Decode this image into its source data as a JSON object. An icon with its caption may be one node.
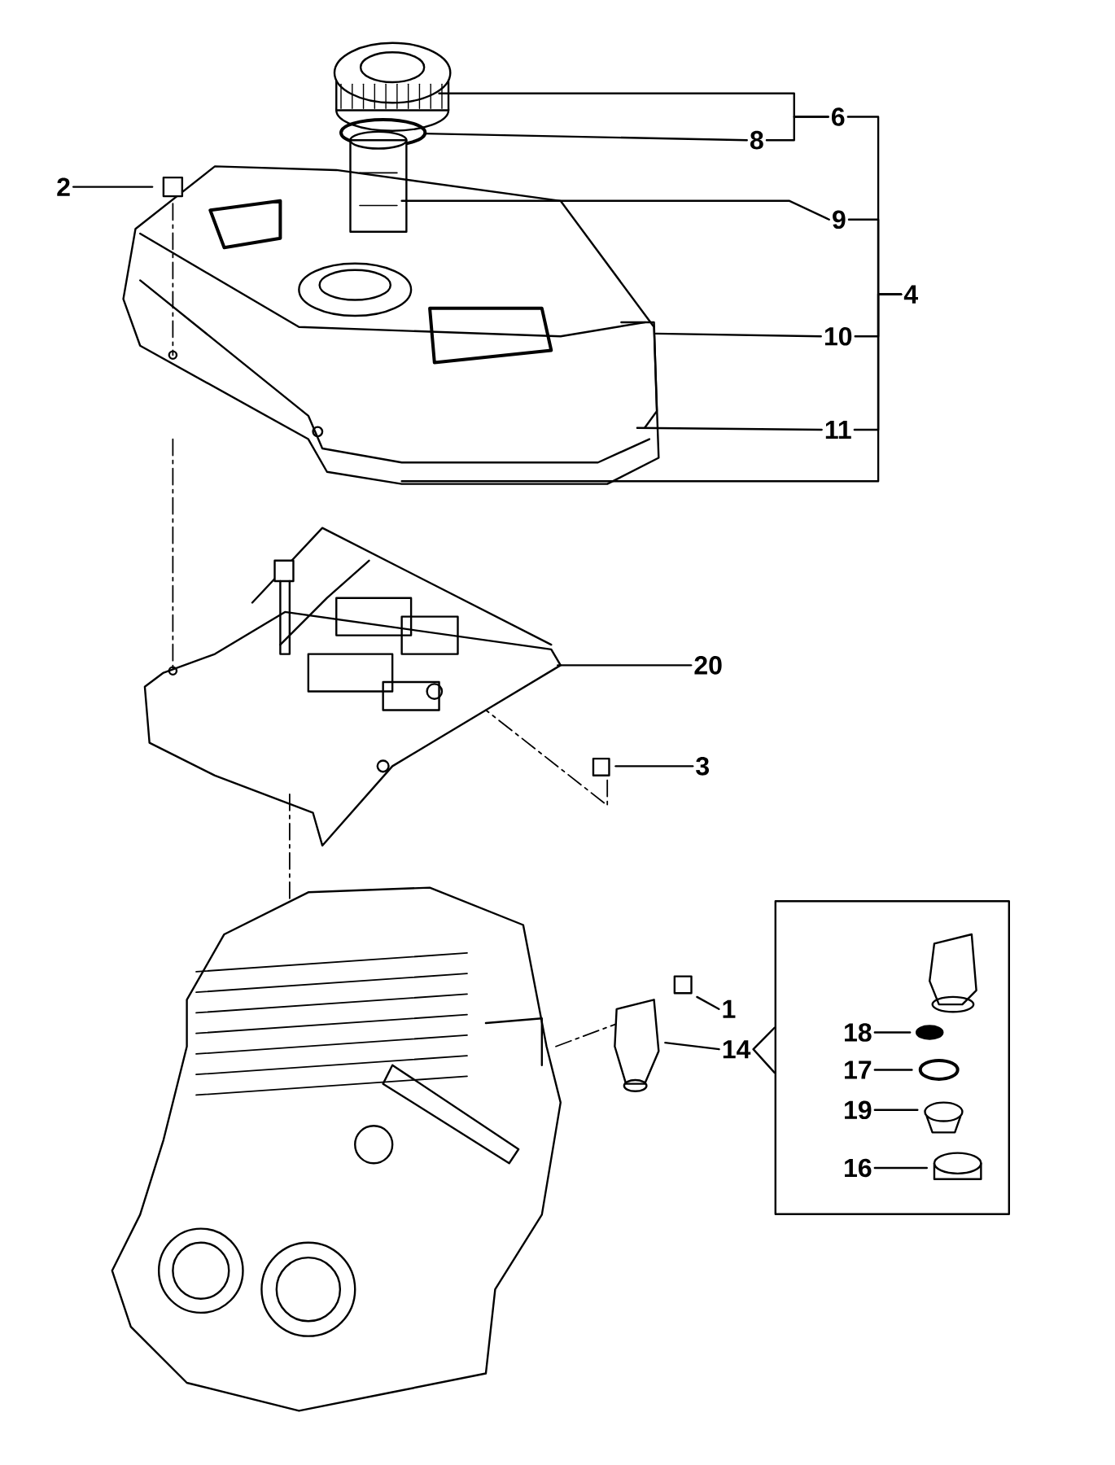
{
  "diagram": {
    "nodes": [
      {
        "text": [
          "6"
        ]
      },
      {
        "text": [
          "8"
        ]
      },
      {
        "text": [
          "2"
        ]
      },
      {
        "text": [
          "9"
        ]
      },
      {
        "text": [
          "4"
        ]
      },
      {
        "text": [
          "10"
        ]
      },
      {
        "text": [
          "11"
        ]
      },
      {
        "text": [
          "20"
        ]
      },
      {
        "text": [
          "3"
        ]
      },
      {
        "text": [],
        "shape": "box"
      },
      {
        "text": [
          "1"
        ]
      },
      {
        "text": [
          "18"
        ],
        "in": 9
      },
      {
        "text": [
          "14"
        ]
      },
      {
        "text": [
          "17"
        ],
        "in": 9
      },
      {
        "text": [
          "19"
        ],
        "in": 9
      },
      {
        "text": [
          "16"
        ],
        "in": 9
      }
    ],
    "edges": [
      {
        "from": 0,
        "to": null,
        "arrow": "none"
      },
      {
        "from": 0,
        "to": 1,
        "arrow": "none"
      },
      {
        "from": 4,
        "to": 0,
        "arrow": "none"
      },
      {
        "from": 4,
        "to": 3,
        "arrow": "none"
      },
      {
        "from": 4,
        "to": 5,
        "arrow": "none"
      },
      {
        "from": 4,
        "to": 6,
        "arrow": "none"
      },
      {
        "from": 1,
        "to": null,
        "arrow": "none"
      },
      {
        "from": 2,
        "to": null,
        "arrow": "none"
      },
      {
        "from": 3,
        "to": null,
        "arrow": "none"
      },
      {
        "from": 4,
        "to": null,
        "arrow": "none"
      },
      {
        "from": 5,
        "to": null,
        "arrow": "none"
      },
      {
        "from": 6,
        "to": null,
        "arrow": "none"
      },
      {
        "from": 7,
        "to": null,
        "arrow": "none"
      },
      {
        "from": 8,
        "to": null,
        "arrow": "none"
      },
      {
        "from": 10,
        "to": null,
        "arrow": "none"
      },
      {
        "from": 12,
        "to": null,
        "arrow": "none"
      },
      {
        "from": 12,
        "to": 9,
        "arrow": "none"
      },
      {
        "from": 11,
        "to": null,
        "arrow": "none"
      },
      {
        "from": 13,
        "to": null,
        "arrow": "none"
      },
      {
        "from": 14,
        "to": null,
        "arrow": "none"
      },
      {
        "from": 15,
        "to": null,
        "arrow": "none"
      }
    ]
  }
}
